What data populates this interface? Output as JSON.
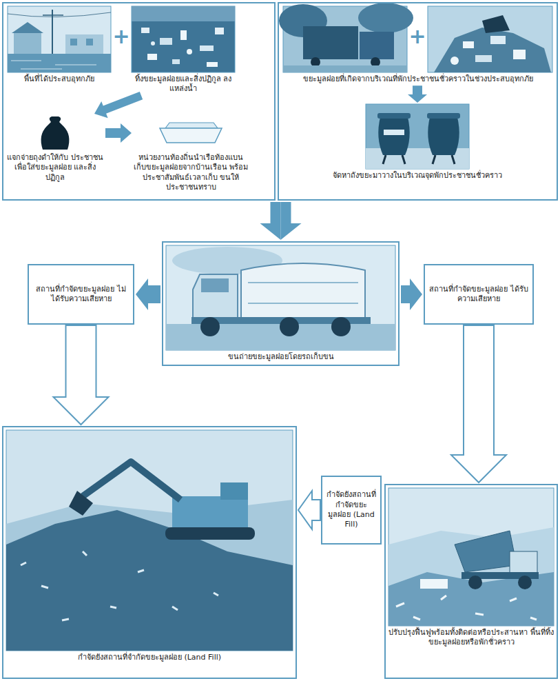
{
  "diagram": {
    "nodes": [
      {
        "text": []
      },
      {
        "text": [
          "พื้นที่ได้ประสบอุทกภัย"
        ],
        "in": 0
      },
      {
        "text": [
          "ทิ้งขยะมูลฝอยและสิ่งปฏิกูล ลงแหล่งน้ำ"
        ],
        "in": 0
      },
      {
        "text": [
          "แจกจ่ายถุงดำให้กับ ประชาชนเพื่อใส่ขยะมูลฝอย และสิ่งปฏิกูล"
        ],
        "in": 0
      },
      {
        "text": [
          "หน่วยงานท้องถิ่นนำเรือท้องแบน เก็บขยะมูลฝอยจากบ้านเรือน พร้อมประชาสัมพันธ์เวลาเก็บ ขนให้ประชาชนทราบ"
        ],
        "in": 0
      },
      {
        "text": []
      },
      {
        "text": [
          "ขยะมูลฝอยที่เกิดจากบริเวณที่พักประชาชนชั่วคราวในช่วงประสบอุทกภัย"
        ],
        "in": 5
      },
      {
        "text": [
          "จัดหาถังขยะมาวางในบริเวณจุดพักประชาชนชั่วคราว"
        ],
        "in": 5
      },
      {
        "text": [
          "สถานที่กำจัดขยะมูลฝอย ไม่ได้รับความเสียหาย"
        ]
      },
      {
        "text": [
          "ขนถ่ายขยะมูลฝอยโดยรถเก็บขน"
        ]
      },
      {
        "text": [
          "สถานที่กำจัดขยะมูลฝอย ได้รับความเสียหาย"
        ]
      },
      {
        "text": [
          "กำจัดยังสถานที่จำกัดขยะมูลฝอย (Land Fill)"
        ]
      },
      {
        "text": [
          "กำจัดยังสถานที่ กำจัดขยะมูลฝอย (Land Fill)"
        ]
      },
      {
        "text": [
          "ปรับปรุงฟื้นฟูพร้อมทั้งติดต่อหรือประสานหา พื้นที่ทิ้งขยะมูลฝอยหรือพักชั่วคราว"
        ]
      }
    ],
    "edges": [
      {
        "from": 2,
        "to": 3,
        "arrow": "to"
      },
      {
        "from": 3,
        "to": 4,
        "arrow": "to"
      },
      {
        "from": 6,
        "to": 7,
        "arrow": "to"
      },
      {
        "from": 0,
        "to": 9,
        "arrow": "to"
      },
      {
        "from": 5,
        "to": 9,
        "arrow": "to"
      },
      {
        "from": 9,
        "to": 8,
        "arrow": "to"
      },
      {
        "from": 9,
        "to": 10,
        "arrow": "to"
      },
      {
        "from": 8,
        "to": 11,
        "arrow": "to"
      },
      {
        "from": 10,
        "to": 13,
        "arrow": "to"
      },
      {
        "from": 12,
        "to": 11,
        "arrow": "to"
      }
    ],
    "labels": [
      "+",
      "+"
    ]
  }
}
